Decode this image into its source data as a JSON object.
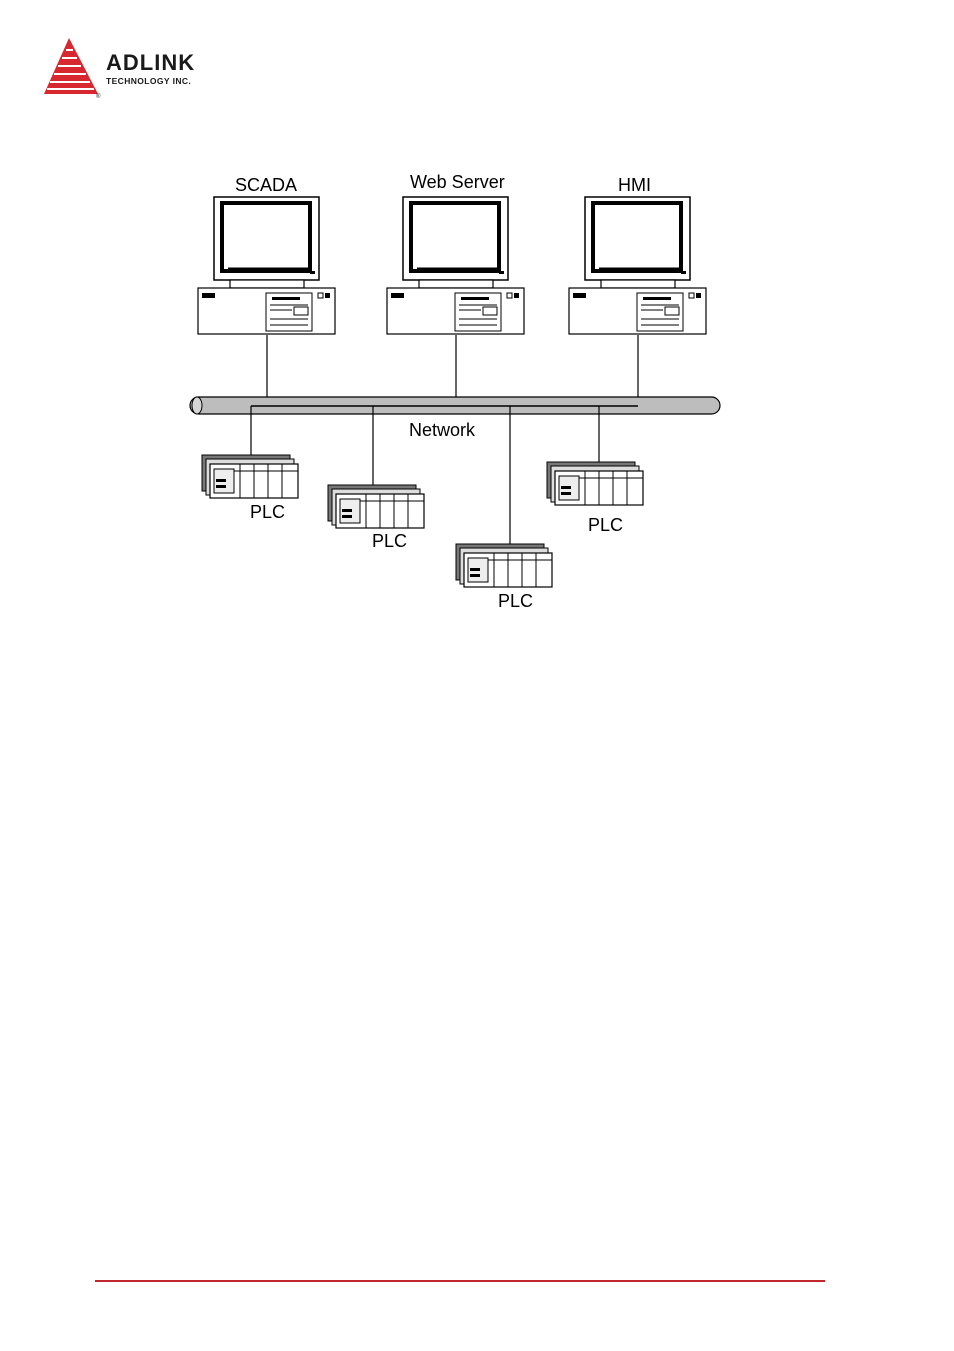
{
  "brand": {
    "name": "ADLINK",
    "subtitle": "TECHNOLOGY INC.",
    "registered_mark": "®",
    "color": "#d7282f"
  },
  "diagram": {
    "computers": [
      {
        "label": "SCADA"
      },
      {
        "label": "Web Server"
      },
      {
        "label": "HMI"
      }
    ],
    "network_label": "Network",
    "plcs": [
      {
        "label": "PLC"
      },
      {
        "label": "PLC"
      },
      {
        "label": "PLC"
      },
      {
        "label": "PLC"
      }
    ]
  },
  "footer": {
    "rule_color": "#c0282d"
  }
}
